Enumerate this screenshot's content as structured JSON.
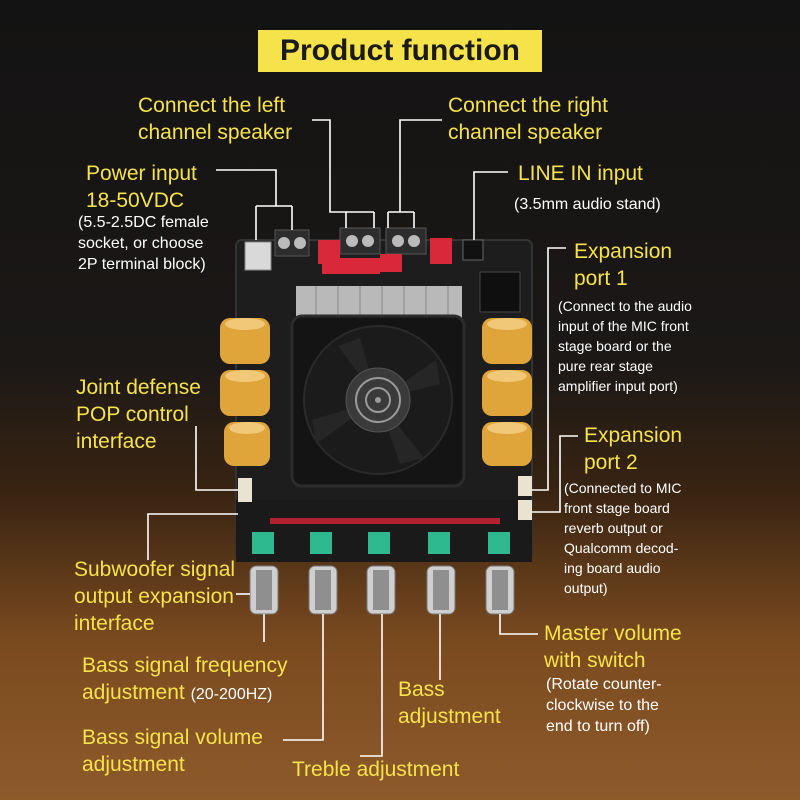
{
  "title": "Product function",
  "labels": {
    "left_speaker": [
      "Connect the left",
      "channel speaker"
    ],
    "right_speaker": [
      "Connect the right",
      "channel speaker"
    ],
    "power": [
      "Power input",
      "18-50VDC"
    ],
    "power_note": [
      "(5.5-2.5DC female",
      "socket, or choose",
      "2P terminal block)"
    ],
    "line_in": "LINE IN input",
    "line_in_note": "(3.5mm audio stand)",
    "exp1": [
      "Expansion",
      "port 1"
    ],
    "exp1_note": [
      "(Connect to the audio",
      "input of the MIC front",
      "stage board or the",
      "pure rear stage",
      "amplifier input port)"
    ],
    "pop": [
      "Joint defense",
      "POP control",
      "interface"
    ],
    "exp2": [
      "Expansion",
      "port 2"
    ],
    "exp2_note": [
      "(Connected to MIC",
      "front stage board",
      "reverb output or",
      "Qualcomm decod-",
      "ing board audio",
      "output)"
    ],
    "sub": [
      "Subwoofer signal",
      "output expansion",
      "interface"
    ],
    "master": [
      "Master volume",
      "with switch"
    ],
    "master_note": [
      "(Rotate counter-",
      "clockwise to the",
      "end to turn off)"
    ],
    "bass_freq": [
      "Bass signal frequency",
      "adjustment"
    ],
    "bass_freq_range": "(20-200HZ)",
    "bass": [
      "Bass",
      "adjustment"
    ],
    "bass_vol": [
      "Bass signal volume",
      "adjustment"
    ],
    "treble": "Treble adjustment"
  },
  "colors": {
    "accent": "#f6e24a",
    "note_text": "#ffffff",
    "pcb": "#1c1c1c",
    "capacitor": "#e0a53a",
    "connector": "#d8283a"
  }
}
